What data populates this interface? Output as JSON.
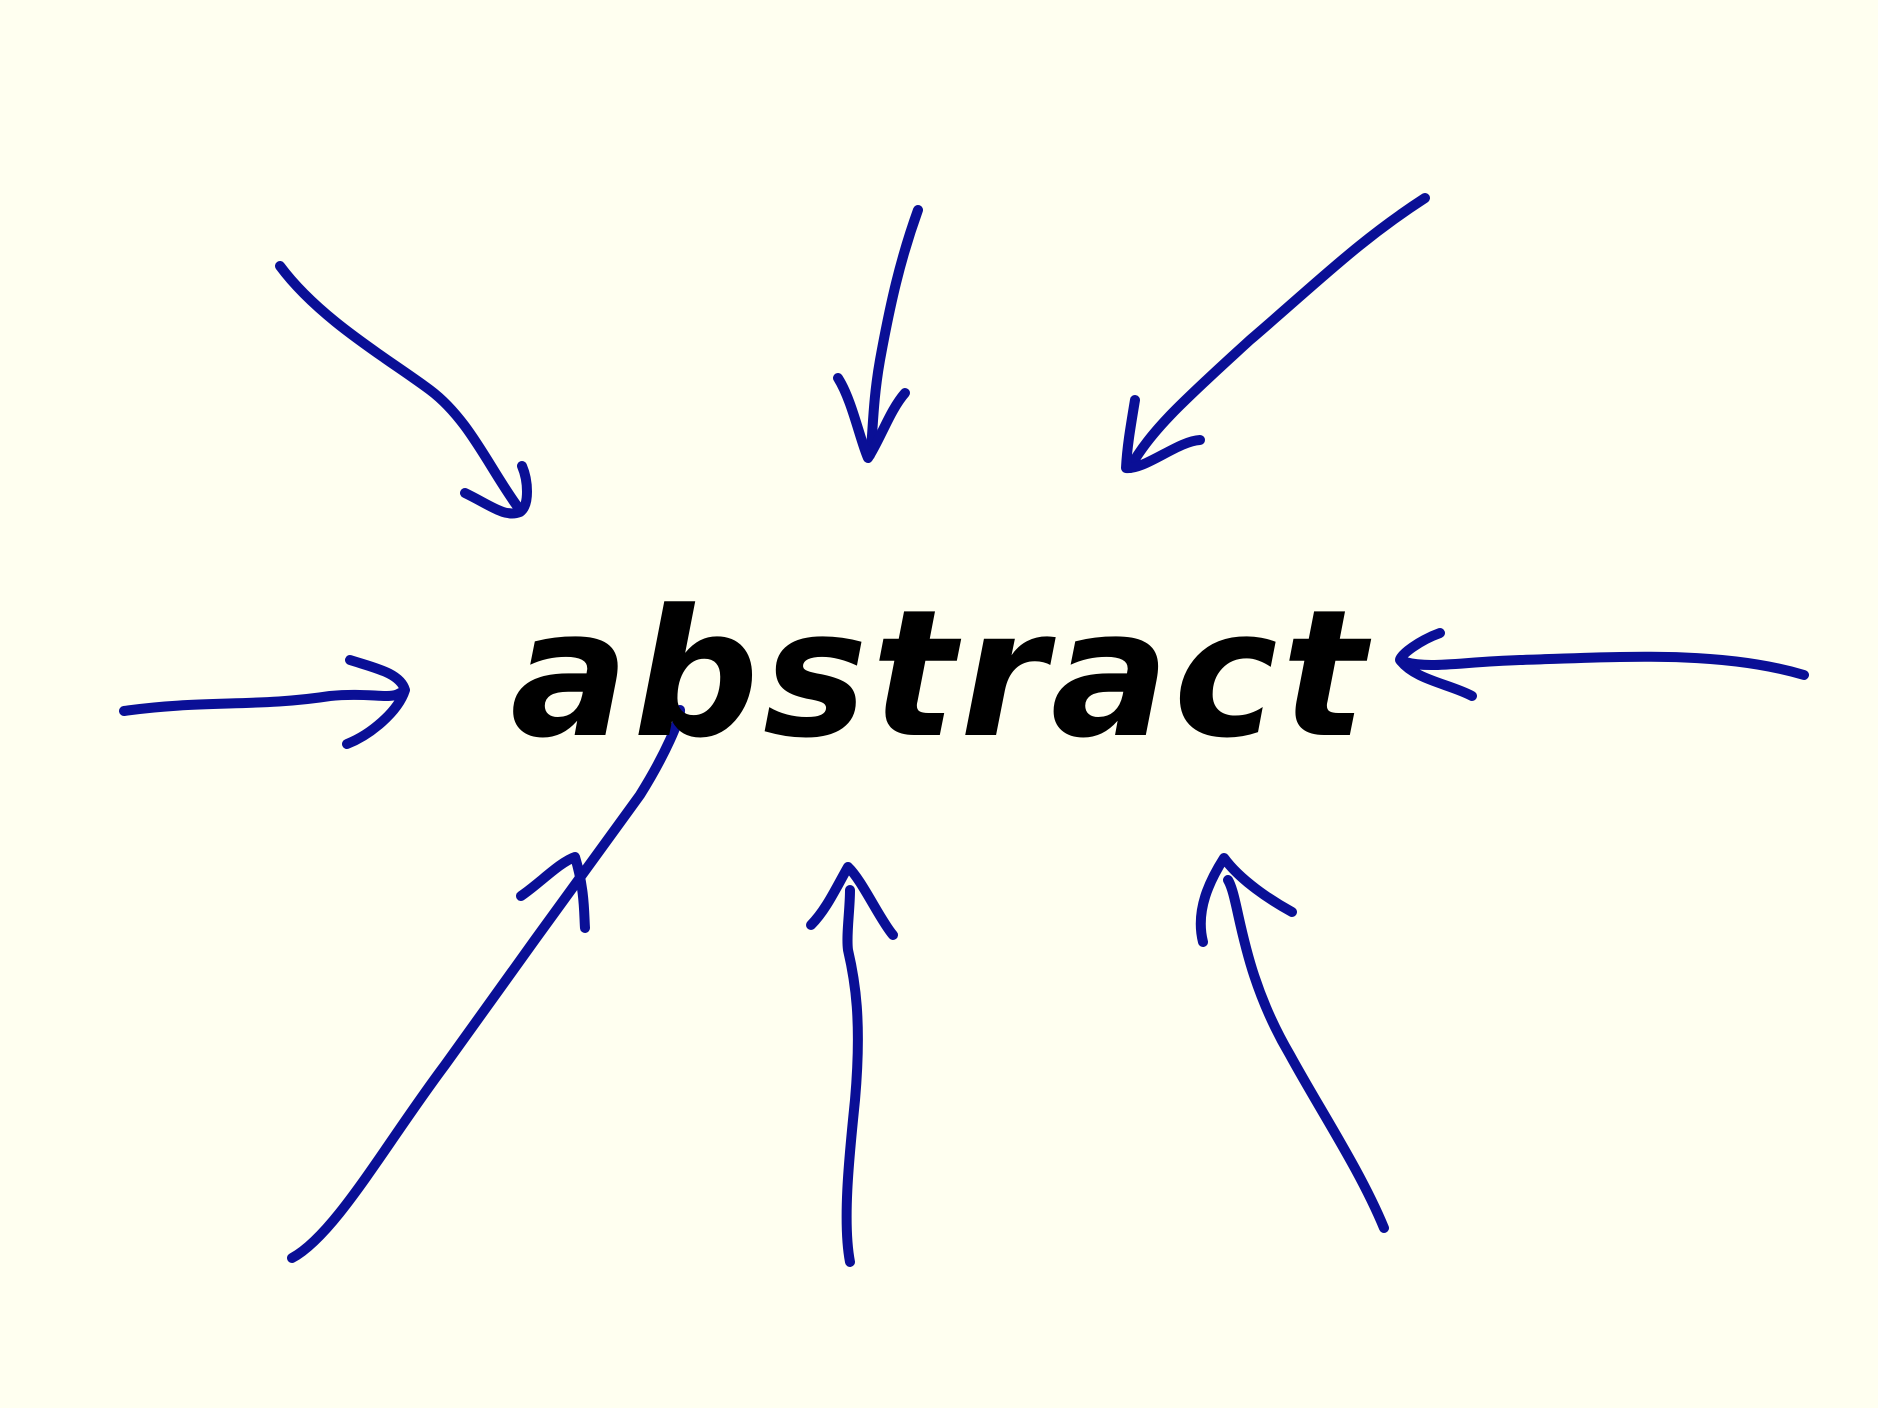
{
  "diagram": {
    "center_label": "abstract",
    "colors": {
      "background": "#fffff0",
      "arrow": "#0a0f96",
      "text": "#000000"
    },
    "arrows": [
      {
        "id": "top-left",
        "points_to": "center_label"
      },
      {
        "id": "top",
        "points_to": "center_label"
      },
      {
        "id": "top-right",
        "points_to": "center_label"
      },
      {
        "id": "left",
        "points_to": "center_label"
      },
      {
        "id": "right",
        "points_to": "center_label"
      },
      {
        "id": "bottom-left",
        "points_to": "center_label"
      },
      {
        "id": "bottom",
        "points_to": "center_label"
      },
      {
        "id": "bottom-right",
        "points_to": "center_label"
      }
    ]
  }
}
